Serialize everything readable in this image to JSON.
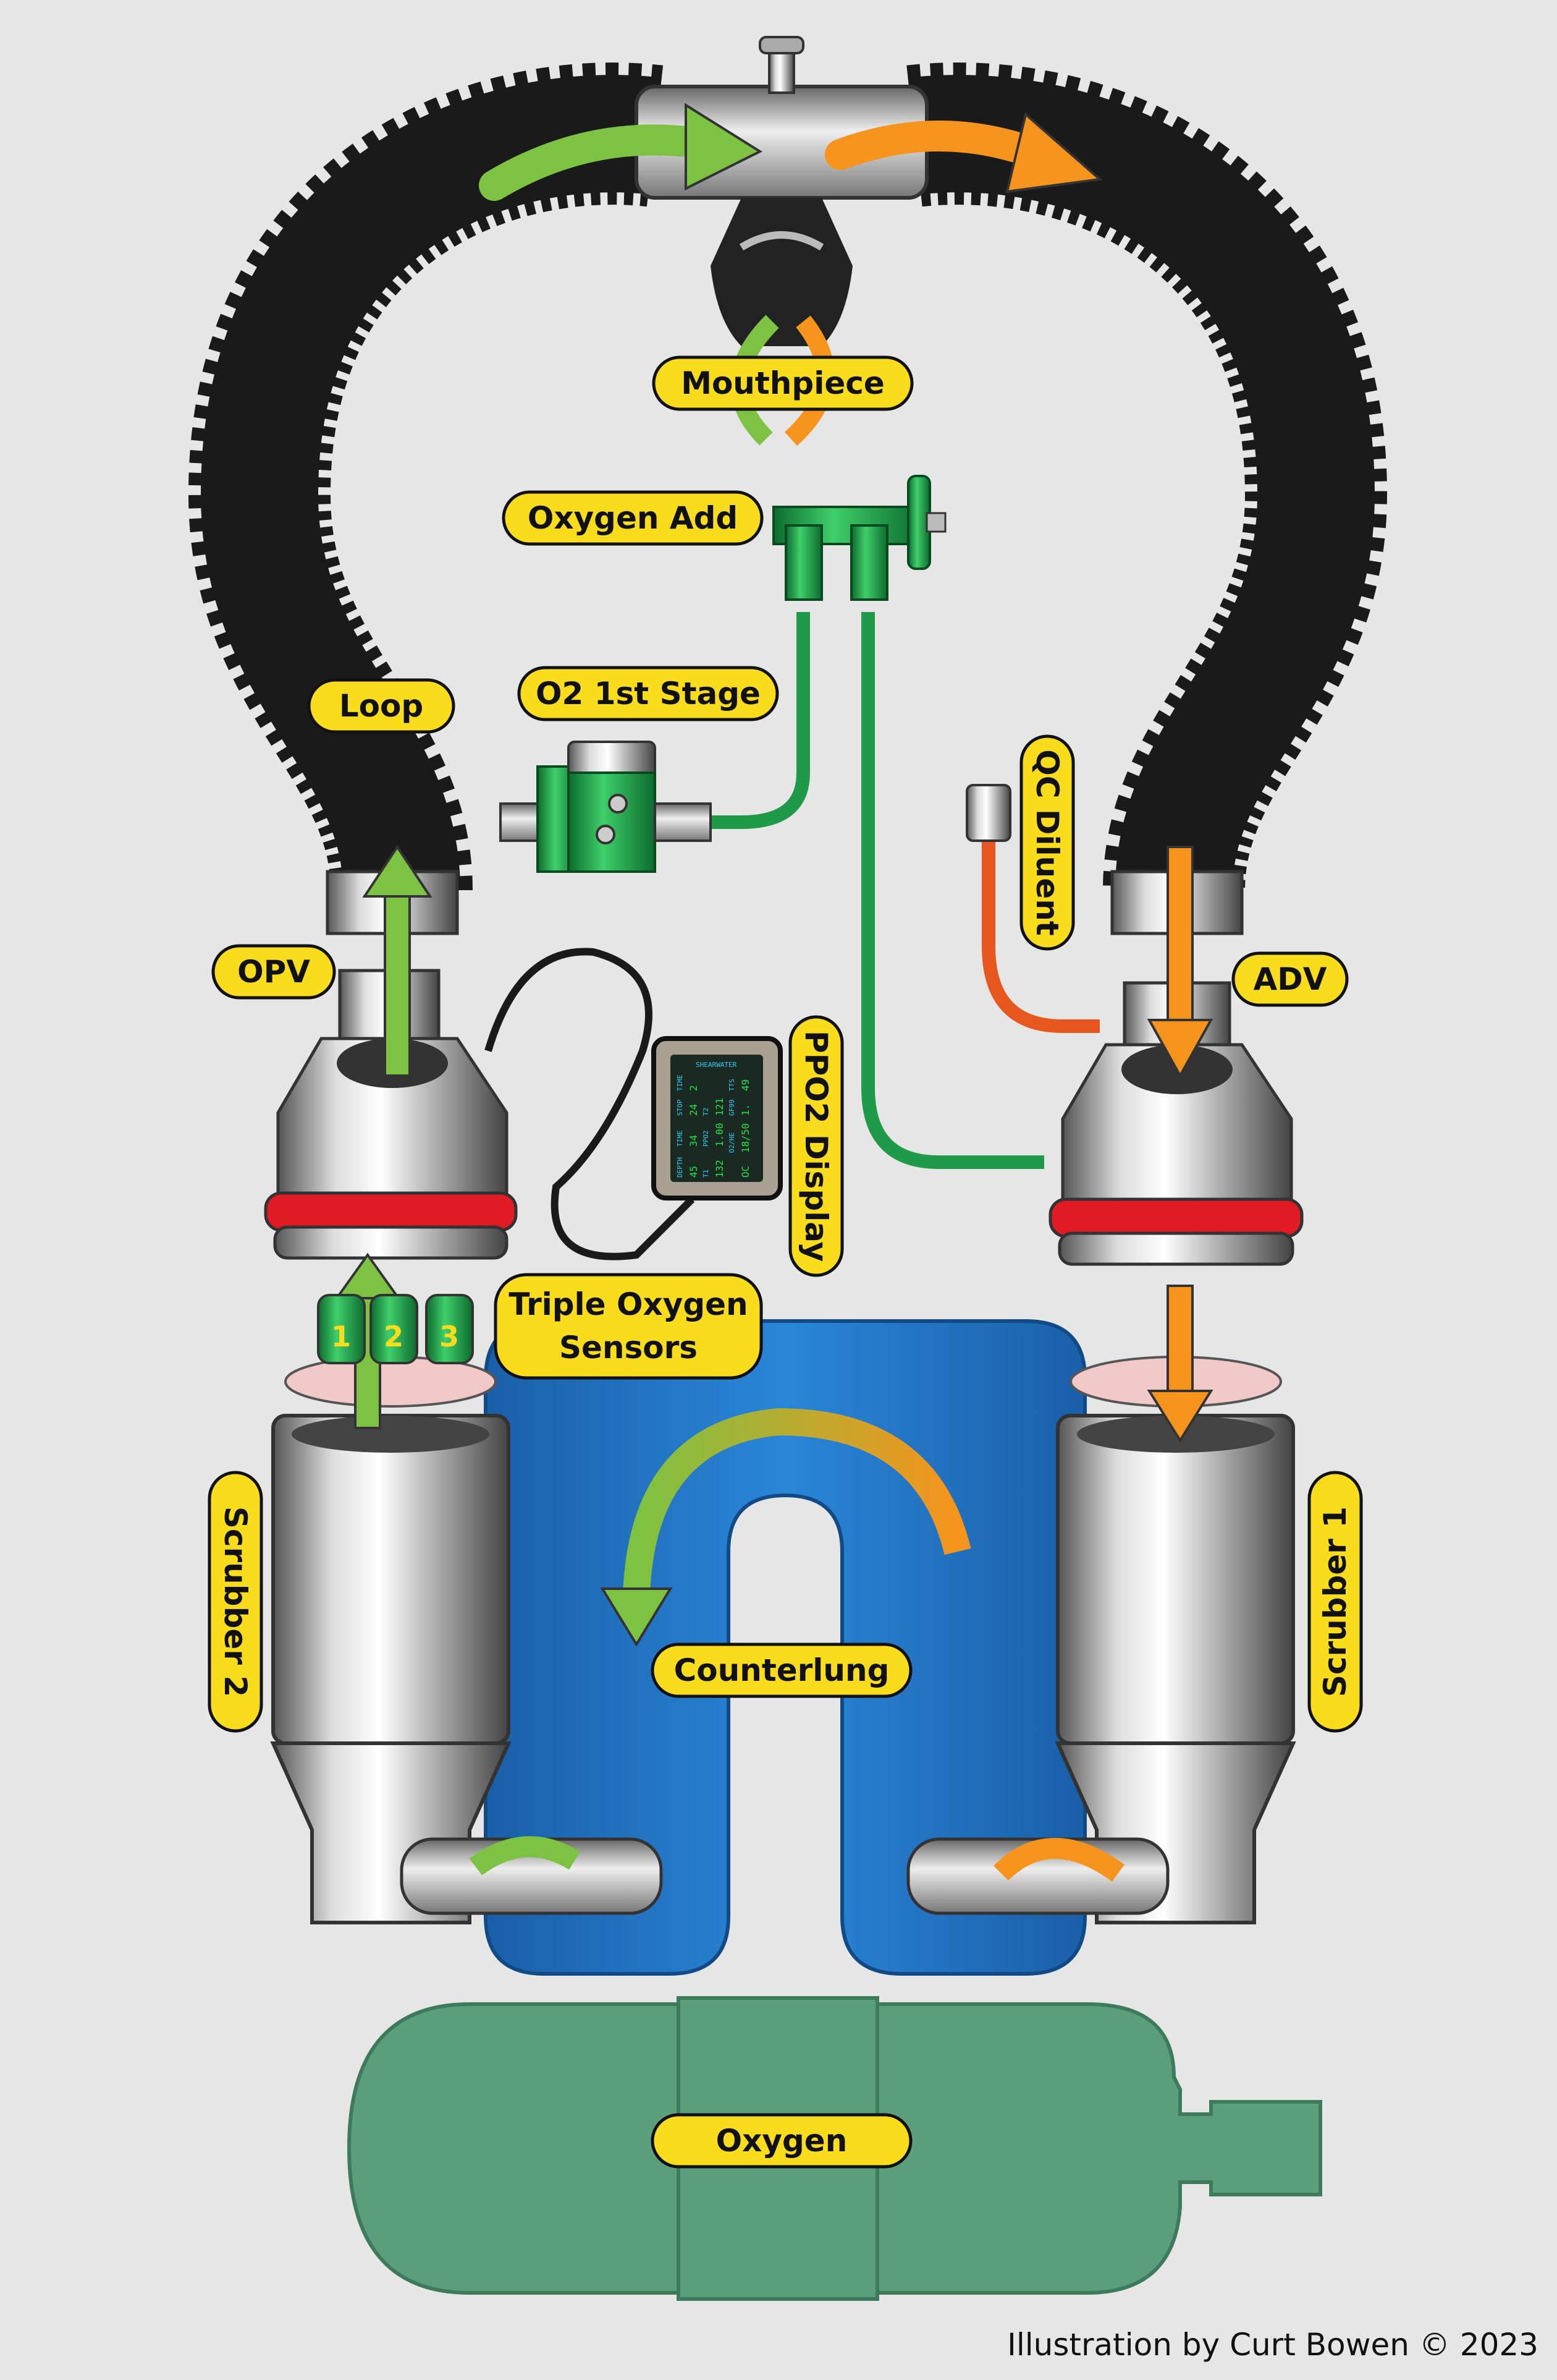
{
  "labels": {
    "mouthpiece": "Mouthpiece",
    "oxygen_add": "Oxygen Add",
    "o2_first_stage": "O2 1st Stage",
    "loop": "Loop",
    "opv": "OPV",
    "adv": "ADV",
    "qc_diluent": "QC Diluent",
    "ppo2_display": "PPO2 Display",
    "triple_sensors_line1": "Triple Oxygen",
    "triple_sensors_line2": "Sensors",
    "scrubber2": "Scrubber 2",
    "scrubber1": "Scrubber 1",
    "counterlung": "Counterlung",
    "oxygen": "Oxygen"
  },
  "sensors": [
    "1",
    "2",
    "3"
  ],
  "display": {
    "brand": "SHEARWATER",
    "depth_label": "DEPTH",
    "depth": "45",
    "time_label": "TIME",
    "time": "34",
    "stop_label": "STOP",
    "stop": "24",
    "stoptime_label": "TIME",
    "stoptime": "2",
    "ppo2_label": "PPO2",
    "ppo2": "1.00",
    "t1_label": "T1",
    "t1": "132",
    "t2_label": "T2",
    "t2": "121",
    "gas_label": "O2/HE",
    "gas": "18/50",
    "gf_label": "GF99",
    "gf": "1.",
    "tts_label": "TTS",
    "tts": "49",
    "mode": "OC"
  },
  "credit": "Illustration by Curt Bowen © 2023",
  "colors": {
    "background": "#e6e6e6",
    "label": "#f9dc1c",
    "inhale_arrow": "#7dc242",
    "exhale_arrow": "#f7941d",
    "counterlung": "#1f78c8",
    "oxygen_cylinder": "#5a9e7c",
    "hose": "#1a1a1a",
    "oxygen_hose": "#1f9a48",
    "diluent_hose": "#e8581e"
  }
}
